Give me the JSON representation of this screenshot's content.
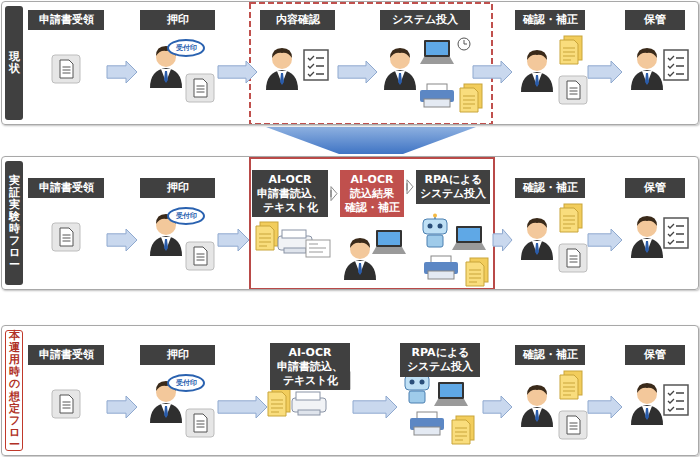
{
  "diagram": {
    "nodes": [
      {
        "text": [
          "現状"
        ]
      },
      {
        "text": [
          "申請書受領"
        ],
        "in": 0
      },
      {
        "text": [
          "押印"
        ],
        "in": 0
      },
      {
        "text": [
          "内容確認"
        ],
        "in": 0
      },
      {
        "text": [
          "システム投入"
        ],
        "in": 0
      },
      {
        "text": [
          "確認・補正"
        ],
        "in": 0
      },
      {
        "text": [
          "保管"
        ],
        "in": 0
      },
      {
        "text": [
          "実証実験時フロー"
        ]
      },
      {
        "text": [
          "申請書受領"
        ],
        "in": 7
      },
      {
        "text": [
          "押印"
        ],
        "in": 7
      },
      {
        "text": [
          "AI-OCR 申請書読込、 テキスト化"
        ],
        "in": 7
      },
      {
        "text": [
          "AI-OCR 読込結果 確認・補正"
        ],
        "in": 7
      },
      {
        "text": [
          "RPAによる システム投入"
        ],
        "in": 7
      },
      {
        "text": [
          "確認・補正"
        ],
        "in": 7
      },
      {
        "text": [
          "保管"
        ],
        "in": 7
      },
      {
        "text": [
          "本運用時の想定フロー"
        ]
      },
      {
        "text": [
          "申請書受領"
        ],
        "in": 15
      },
      {
        "text": [
          "押印"
        ],
        "in": 15
      },
      {
        "text": [
          "AI-OCR 申請書読込、 テキスト化"
        ],
        "in": 15
      },
      {
        "text": [
          "RPAによる システム投入"
        ],
        "in": 15
      },
      {
        "text": [
          "確認・補正"
        ],
        "in": 15
      },
      {
        "text": [
          "保管"
        ],
        "in": 15
      }
    ],
    "edges": [
      {
        "from": 1,
        "to": 2,
        "arrow": "to"
      },
      {
        "from": 2,
        "to": 3,
        "arrow": "to"
      },
      {
        "from": 3,
        "to": 4,
        "arrow": "to"
      },
      {
        "from": 4,
        "to": 5,
        "arrow": "to"
      },
      {
        "from": 5,
        "to": 6,
        "arrow": "to"
      },
      {
        "from": 0,
        "to": 7,
        "arrow": "to"
      },
      {
        "from": 8,
        "to": 9,
        "arrow": "to"
      },
      {
        "from": 9,
        "to": 10,
        "arrow": "to"
      },
      {
        "from": 10,
        "to": 11,
        "arrow": "to"
      },
      {
        "from": 11,
        "to": 12,
        "arrow": "to"
      },
      {
        "from": 12,
        "to": 13,
        "arrow": "to"
      },
      {
        "from": 13,
        "to": 14,
        "arrow": "to"
      },
      {
        "from": 16,
        "to": 17,
        "arrow": "to"
      },
      {
        "from": 17,
        "to": 18,
        "arrow": "to"
      },
      {
        "from": 18,
        "to": 19,
        "arrow": "to"
      },
      {
        "from": 19,
        "to": 20,
        "arrow": "to"
      },
      {
        "from": 20,
        "to": 21,
        "arrow": "to"
      }
    ],
    "labels": [
      "受付印",
      "受付印",
      "受付印"
    ]
  }
}
